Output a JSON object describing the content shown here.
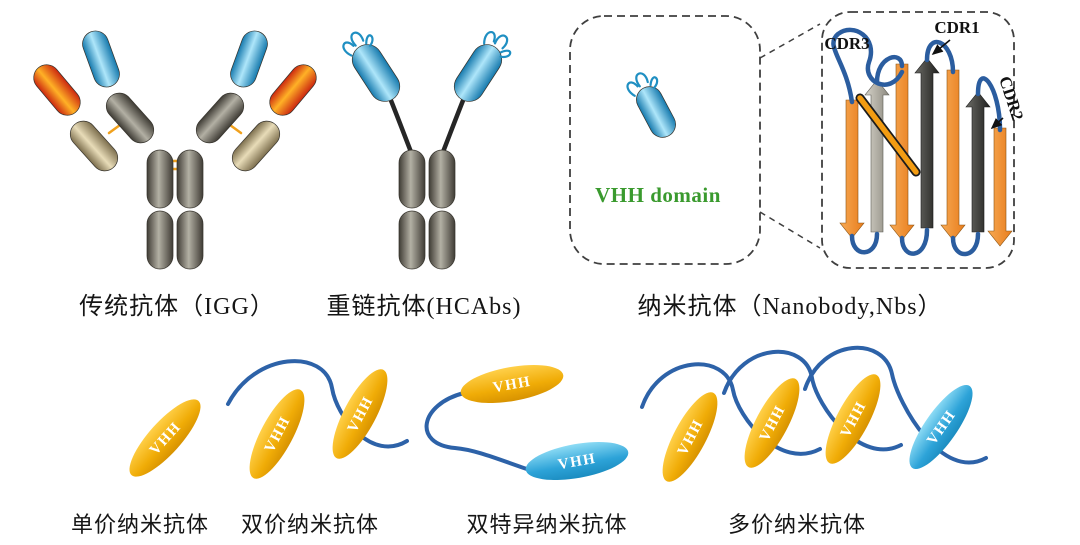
{
  "captions": {
    "igg": "传统抗体（IGG）",
    "hcabs": "重链抗体(HCAbs)",
    "nanobody": "纳米抗体（Nanobody,Nbs）",
    "monovalent": "单价纳米抗体",
    "bivalent": "双价纳米抗体",
    "bispecific": "双特异纳米抗体",
    "multivalent": "多价纳米抗体"
  },
  "panel": {
    "vhh_domain": "VHH domain",
    "cdr1": "CDR1",
    "cdr2": "CDR2",
    "cdr3": "CDR3"
  },
  "formats": {
    "vhh": "VHH"
  },
  "colors": {
    "variable_blue": "#5BC8F0",
    "variable_red": "#E03A14",
    "light_chain_tan": "#CBBD97",
    "heavy_chain_gray": "#57544B",
    "vhh_gold": "#F0AC07",
    "vhh_cyan": "#35AADC",
    "linker_blue": "#2D62A8",
    "beta_strand_orange": "#F2953F",
    "vhh_domain_green": "#3A9A2E",
    "disulfide_orange": "#F0A11E"
  }
}
